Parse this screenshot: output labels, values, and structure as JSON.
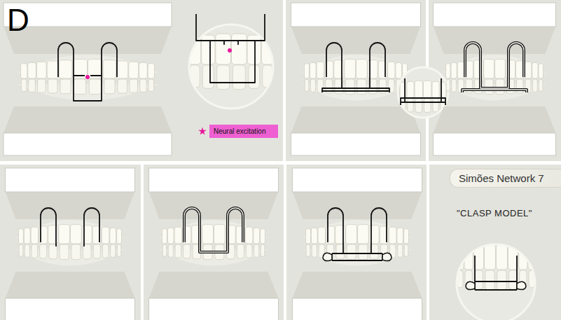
{
  "diagram": {
    "nodes": [
      {
        "text": [
          "Simões Network 7"
        ]
      }
    ],
    "labels": [
      "D",
      "\"CLASP MODEL\""
    ],
    "legend": [
      {
        "text": "Neural excitation",
        "color": "#e8189c"
      }
    ]
  }
}
